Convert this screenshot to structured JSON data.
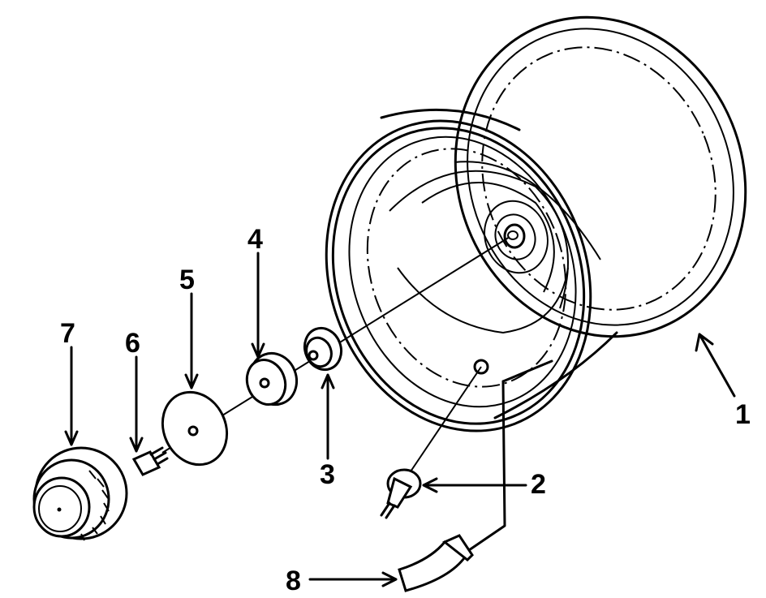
{
  "diagram": {
    "colors": {
      "ink": "#000000",
      "paper": "#ffffff"
    },
    "callouts": [
      {
        "id": "1",
        "text": "1"
      },
      {
        "id": "2",
        "text": "2"
      },
      {
        "id": "3",
        "text": "3"
      },
      {
        "id": "4",
        "text": "4"
      },
      {
        "id": "5",
        "text": "5"
      },
      {
        "id": "6",
        "text": "6"
      },
      {
        "id": "7",
        "text": "7"
      },
      {
        "id": "8",
        "text": "8"
      }
    ]
  }
}
